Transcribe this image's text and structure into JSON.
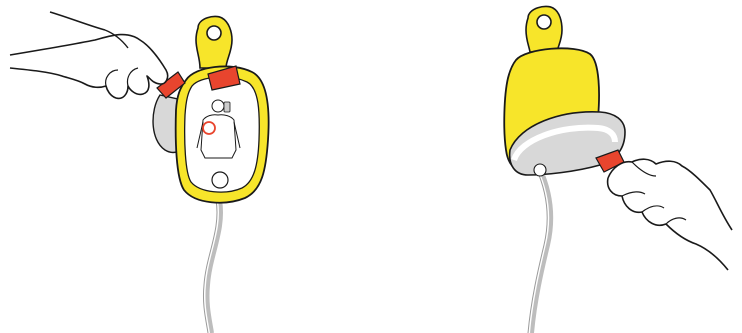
{
  "panels": [
    {
      "id": "left",
      "description_key": "pad-front-peel-start"
    },
    {
      "id": "right",
      "description_key": "pad-back-peel"
    }
  ],
  "colors": {
    "pad_yellow": "#f7e52a",
    "pad_yellow_dark": "#e8c81e",
    "pad_outline": "#1a1a1a",
    "tab_red": "#e8452e",
    "liner_gray": "#d8d8d8",
    "cable_gray": "#bdbdbd",
    "skin_outline": "#1a1a1a"
  },
  "icons": [
    "hand-icon",
    "electrode-pad-icon",
    "peel-tab-icon",
    "torso-placement-icon",
    "cable-icon"
  ]
}
